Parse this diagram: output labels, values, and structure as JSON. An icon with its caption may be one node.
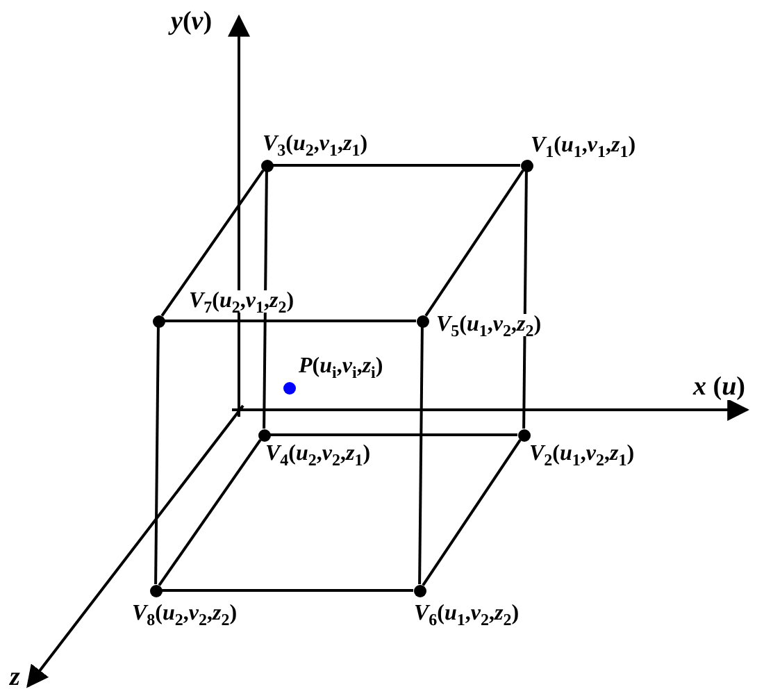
{
  "diagram": {
    "nodes": [
      {
        "text": [],
        "shape": "circle",
        "beside": [
          "*V*$_{3}$(*u*$_{2}$,*v*$_{1}$,*z*$_{1}$)"
        ]
      },
      {
        "text": [],
        "shape": "circle",
        "beside": [
          "*V*$_{1}$(*u*$_{1}$,*v*$_{1}$,*z*$_{1}$)"
        ]
      },
      {
        "text": [],
        "shape": "circle",
        "beside": [
          "*V*$_{7}$(*u*$_{2}$,*v*$_{1}$,*z*$_{2}$)"
        ]
      },
      {
        "text": [],
        "shape": "circle",
        "beside": [
          "*V*$_{5}$(*u*$_{1}$,*v*$_{2}$,*z*$_{2}$)"
        ]
      },
      {
        "text": [],
        "shape": "circle",
        "beside": [
          "*P*(*u*$_{i}$,*v*$_{i}$,*z*$_{i}$)"
        ]
      },
      {
        "text": [],
        "shape": "circle",
        "beside": [
          "*V*$_{4}$(*u*$_{2}$,*v*$_{2}$,*z*$_{1}$)"
        ]
      },
      {
        "text": [],
        "shape": "circle",
        "beside": [
          "*V*$_{2}$(*u*$_{1}$,*v*$_{2}$,*z*$_{1}$)"
        ]
      },
      {
        "text": [],
        "shape": "circle",
        "beside": [
          "*V*$_{8}$(*u*$_{2}$,*v*$_{2}$,*z*$_{2}$)"
        ]
      },
      {
        "text": [],
        "shape": "circle",
        "beside": [
          "*V*$_{6}$(*u*$_{1}$,*v*$_{2}$,*z*$_{2}$)"
        ]
      }
    ],
    "edges": [
      {
        "from": 0,
        "to": 1,
        "arrow": "none"
      },
      {
        "from": 0,
        "to": 2,
        "arrow": "none"
      },
      {
        "from": 1,
        "to": 3,
        "arrow": "none"
      },
      {
        "from": 2,
        "to": 3,
        "arrow": "none"
      },
      {
        "from": 0,
        "to": 5,
        "arrow": "none"
      },
      {
        "from": 1,
        "to": 6,
        "arrow": "none"
      },
      {
        "from": 2,
        "to": 7,
        "arrow": "none"
      },
      {
        "from": 3,
        "to": 8,
        "arrow": "none"
      },
      {
        "from": 5,
        "to": 6,
        "arrow": "none"
      },
      {
        "from": 5,
        "to": 7,
        "arrow": "none"
      },
      {
        "from": 6,
        "to": 8,
        "arrow": "none"
      },
      {
        "from": 7,
        "to": 8,
        "arrow": "none"
      }
    ],
    "labels": [
      "*y*(*v*)",
      "*x* (*u*)",
      "*z*"
    ]
  }
}
